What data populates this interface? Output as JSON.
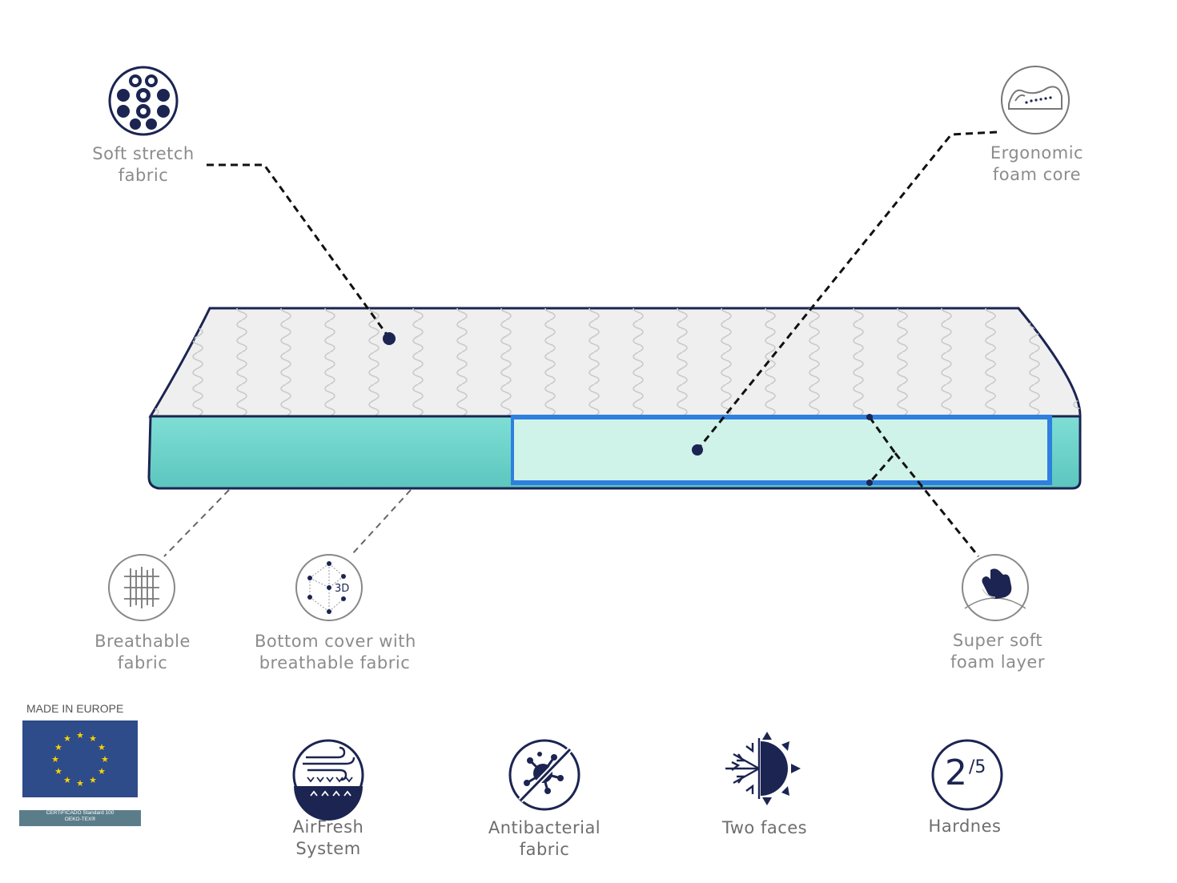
{
  "callouts": {
    "soft_stretch": {
      "line1": "Soft stretch",
      "line2": "fabric",
      "icon": "circle-grid-icon"
    },
    "ergonomic": {
      "line1": "Ergonomic",
      "line2": "foam core",
      "icon": "body-contour-icon"
    },
    "breathable": {
      "line1": "Breathable",
      "line2": "fabric",
      "icon": "weave-icon"
    },
    "bottom_cover": {
      "line1": "Bottom cover with",
      "line2": "breathable fabric",
      "icon": "3d-network-icon",
      "icon_text": "3D"
    },
    "super_soft": {
      "line1": "Super soft",
      "line2": "foam layer",
      "icon": "hand-press-icon"
    }
  },
  "badge": {
    "made_in": "MADE IN EUROPE",
    "cert_line1": "CERTIFICADO Standard 100",
    "cert_line2": "OEKO-TEX®"
  },
  "features": {
    "airfresh": {
      "line1": "AirFresh",
      "line2": "System",
      "icon": "airflow-icon"
    },
    "antibacterial": {
      "line1": "Antibacterial",
      "line2": "fabric",
      "icon": "no-bacteria-icon"
    },
    "two_faces": {
      "line1": "Two faces",
      "icon": "snowflake-sun-icon"
    },
    "hardness": {
      "line1": "Hardnes",
      "value": "2",
      "scale": "/5",
      "icon": "hardness-icon"
    }
  },
  "colors": {
    "navy": "#1c2452",
    "teal": "#6fd3cc",
    "blue_band": "#2f7fe0",
    "eu_blue": "#2e4b8a",
    "eu_star": "#f5d400"
  }
}
